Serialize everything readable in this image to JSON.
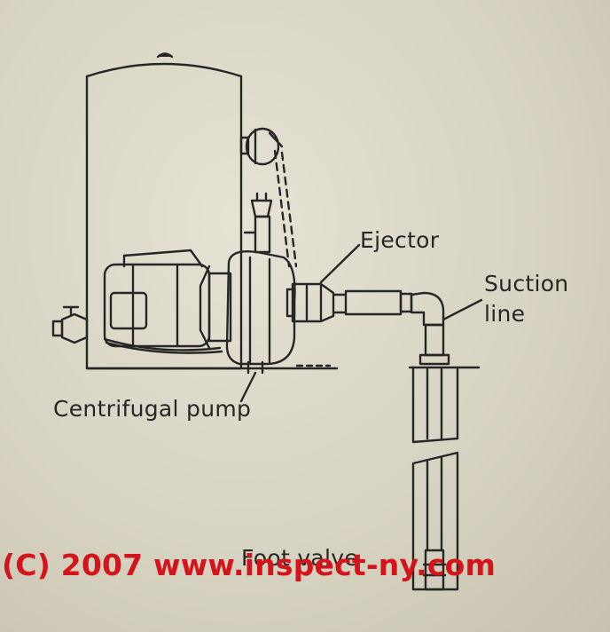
{
  "labels": {
    "ejector": "Ejector",
    "suction_line_1": "Suction",
    "suction_line_2": "line",
    "centrifugal_pump": "Centrifugal pump",
    "foot_valve": "Foot valve"
  },
  "watermark": "(C) 2007 www.inspect-ny.com",
  "colors": {
    "paper": "#dcd8c8",
    "ink": "#262626",
    "watermark": "#d4141b"
  }
}
